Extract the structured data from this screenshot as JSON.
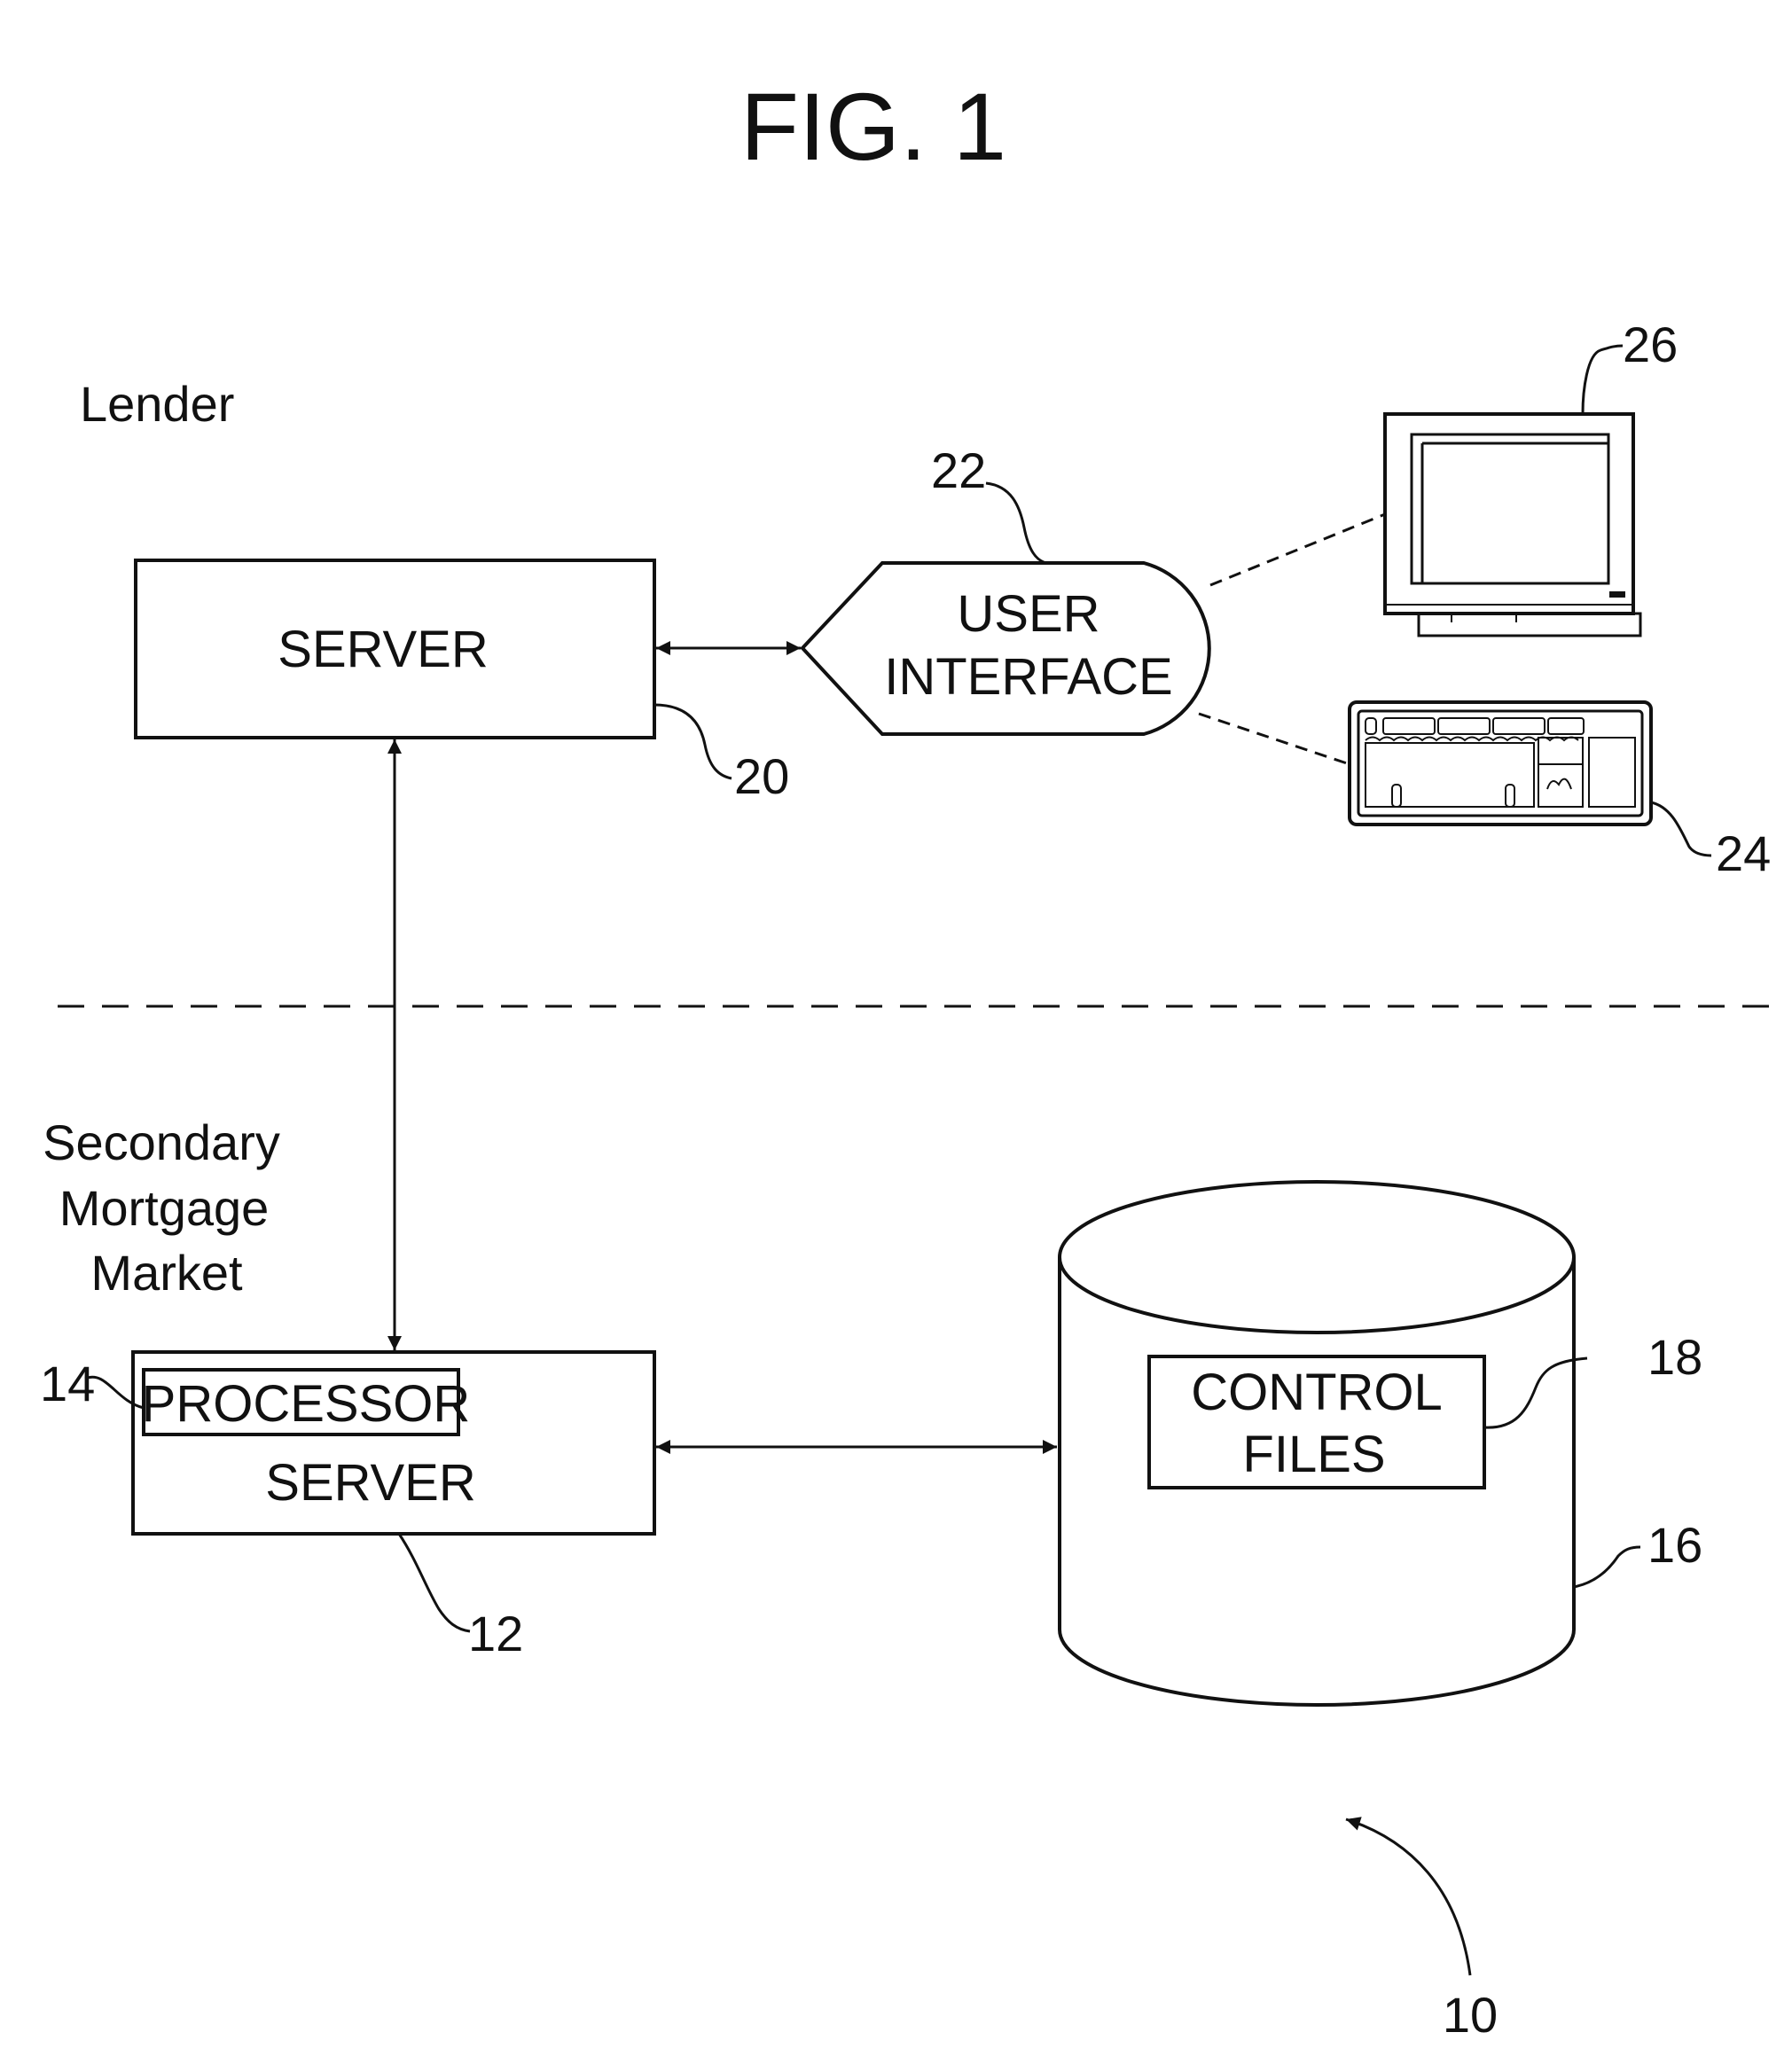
{
  "figure": {
    "title": "FIG. 1"
  },
  "regions": {
    "lender": "Lender",
    "secondary_market": [
      "Secondary",
      "Mortgage",
      "Market"
    ]
  },
  "components": {
    "lender_server": {
      "label": "SERVER",
      "ref": "20"
    },
    "user_interface": {
      "label": [
        "USER",
        "INTERFACE"
      ],
      "ref": "22"
    },
    "keyboard": {
      "ref": "24"
    },
    "monitor": {
      "ref": "26"
    },
    "processor": {
      "label": "PROCESSOR",
      "ref": "14"
    },
    "market_server": {
      "label": "SERVER",
      "ref": "12"
    },
    "database": {
      "ref": "16"
    },
    "control_files": {
      "label": [
        "CONTROL",
        "FILES"
      ],
      "ref": "18"
    },
    "system": {
      "ref": "10"
    }
  }
}
